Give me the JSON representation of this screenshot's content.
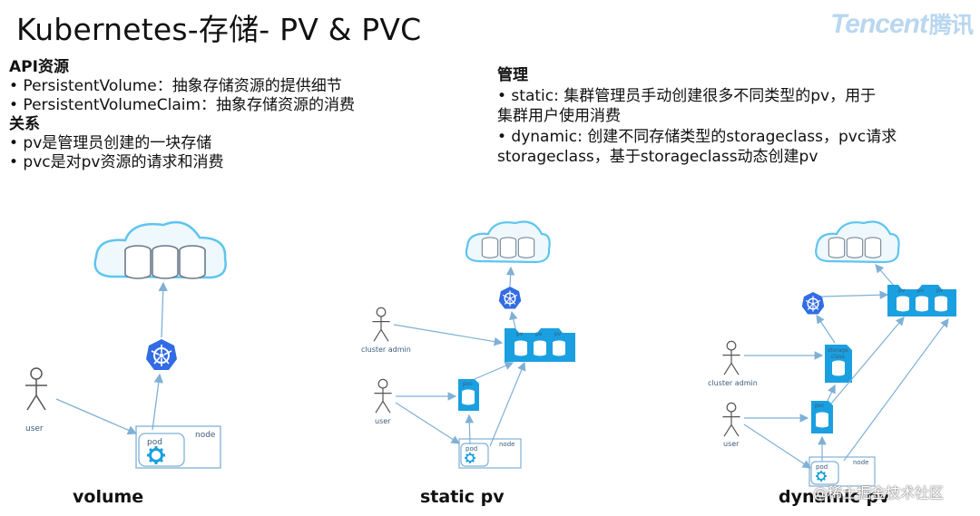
{
  "header": {
    "title": "Kubernetes-存储- PV & PVC",
    "logo_en": "Tencent",
    "logo_cn": "腾讯"
  },
  "left": {
    "api_heading": "API资源",
    "api_items": [
      "• PersistentVolume：抽象存储资源的提供细节",
      "• PersistentVolumeClaim：抽象存储资源的消费"
    ],
    "rel_heading": "关系",
    "rel_items": [
      "• pv是管理员创建的一块存储",
      "• pvc是对pv资源的请求和消费"
    ]
  },
  "right": {
    "heading": "管理",
    "lines": [
      "• static: 集群管理员手动创建很多不同类型的pv，用于",
      "集群用户使用消费",
      "• dynamic: 创建不同存储类型的storageclass，pvc请求",
      "storageclass，基于storageclass动态创建pv"
    ]
  },
  "diagrams": {
    "volume": {
      "label": "volume",
      "user": "user",
      "pod": "pod",
      "node": "node"
    },
    "static": {
      "label": "static pv",
      "admin": "cluster admin",
      "user": "user",
      "pvc": "pvc",
      "pv": [
        "pv",
        "pv",
        "pv"
      ],
      "pod": "pod",
      "node": "node"
    },
    "dynamic": {
      "label": "dynamic pv",
      "admin": "cluster admin",
      "user": "user",
      "sc": [
        "storage",
        "class"
      ],
      "pvc": "pvc",
      "pv": [
        "pv",
        "pv",
        "pv"
      ],
      "pod": "pod",
      "node": "node"
    }
  },
  "watermark": "@稀土掘金技术社区",
  "colors": {
    "blue": "#1aa0e0",
    "k8s": "#326ce5",
    "line": "#7fb0d6"
  }
}
